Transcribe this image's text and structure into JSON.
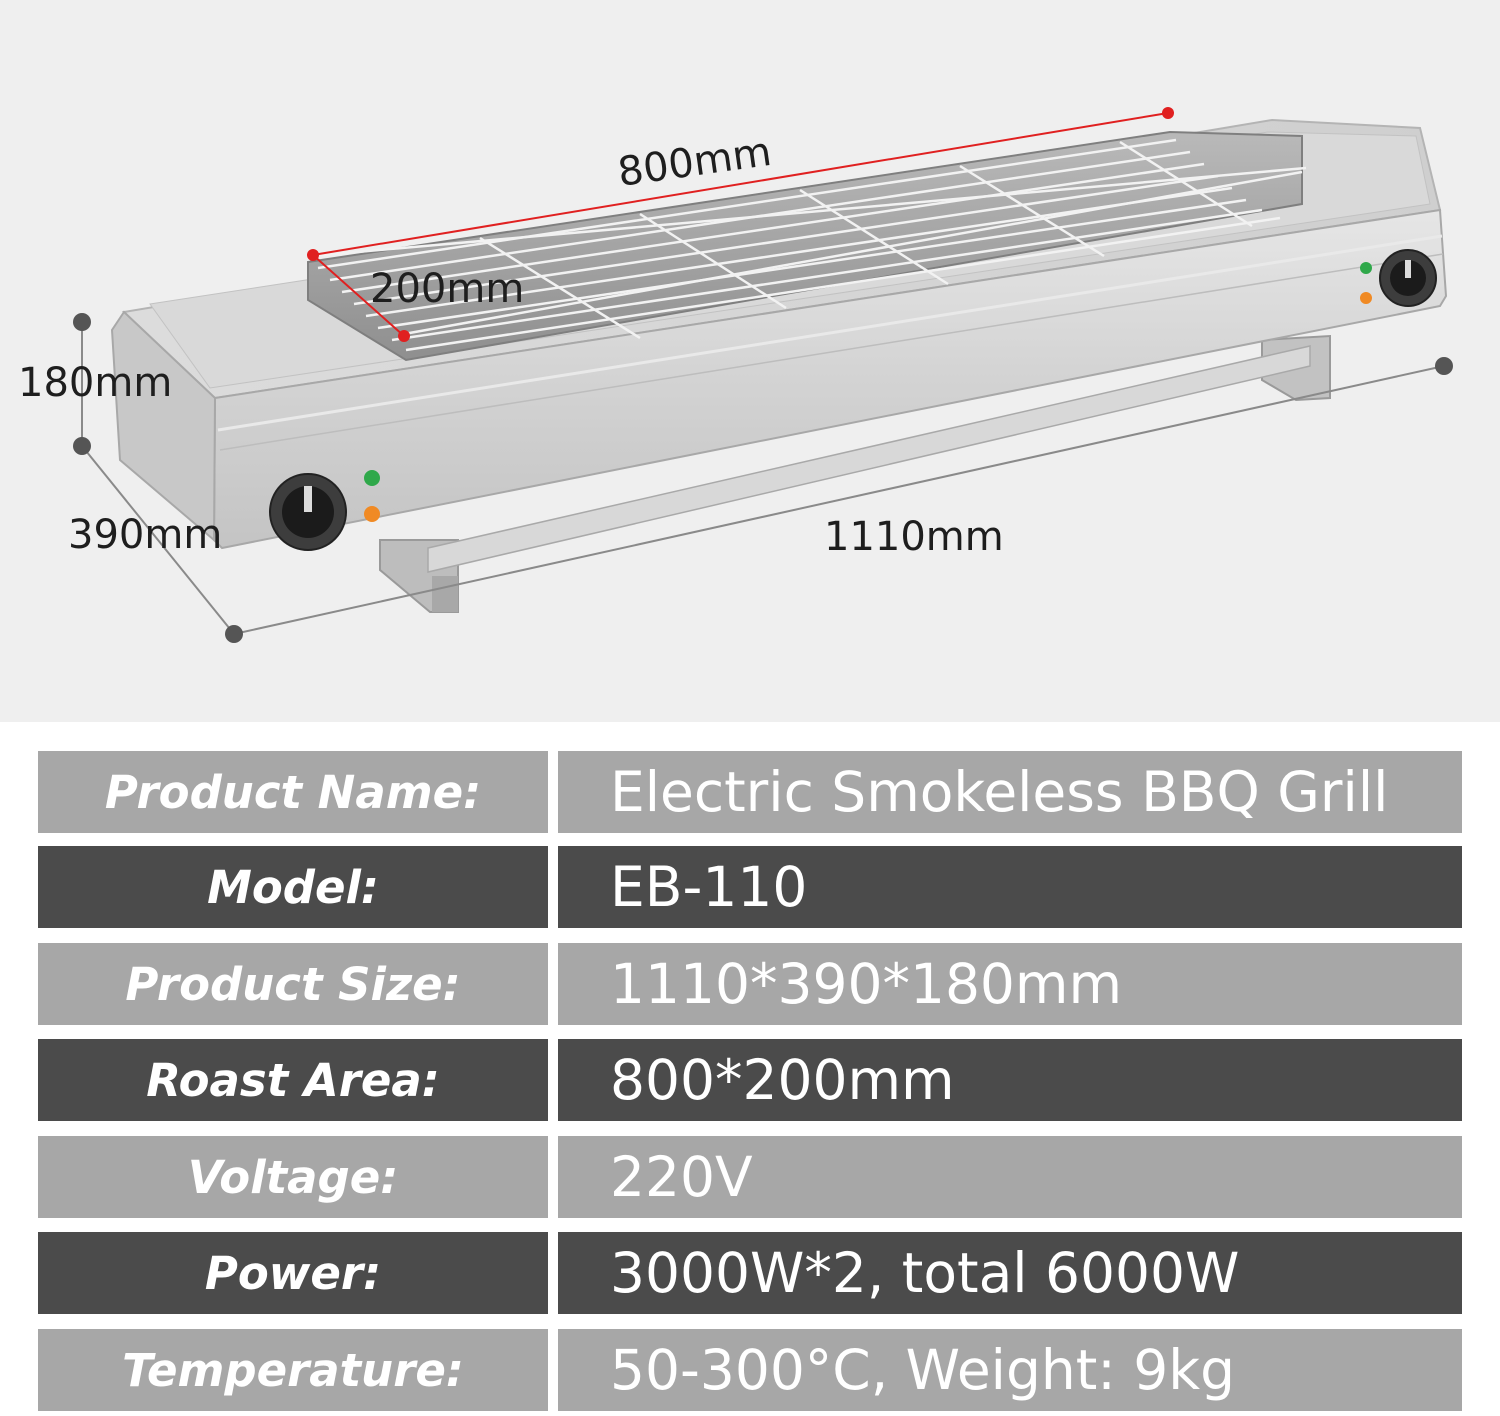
{
  "dimensions": {
    "roast_length": "800mm",
    "roast_width": "200mm",
    "height": "180mm",
    "depth": "390mm",
    "length": "1110mm"
  },
  "specs": [
    {
      "label": "Product Name:",
      "value": "Electric Smokeless BBQ Grill",
      "shade": "light"
    },
    {
      "label": "Model:",
      "value": "EB-110",
      "shade": "dark"
    },
    {
      "label": "Product Size:",
      "value": "1110*390*180mm",
      "shade": "light"
    },
    {
      "label": "Roast Area:",
      "value": "800*200mm",
      "shade": "dark"
    },
    {
      "label": "Voltage:",
      "value": "220V",
      "shade": "light"
    },
    {
      "label": "Power:",
      "value": "3000W*2, total 6000W",
      "shade": "dark"
    },
    {
      "label": "Temperature:",
      "value": "50-300°C, Weight: 9kg",
      "shade": "light"
    }
  ],
  "colors": {
    "row_light": "#a7a7a7",
    "row_dark": "#4b4b4b",
    "text": "#ffffff",
    "dimension_line": "#e02020",
    "figure_background": "#efefef"
  },
  "icons": {
    "knob": "thermostat-knob-icon",
    "indicator_green": "green-indicator-light-icon",
    "indicator_orange": "orange-indicator-light-icon"
  }
}
